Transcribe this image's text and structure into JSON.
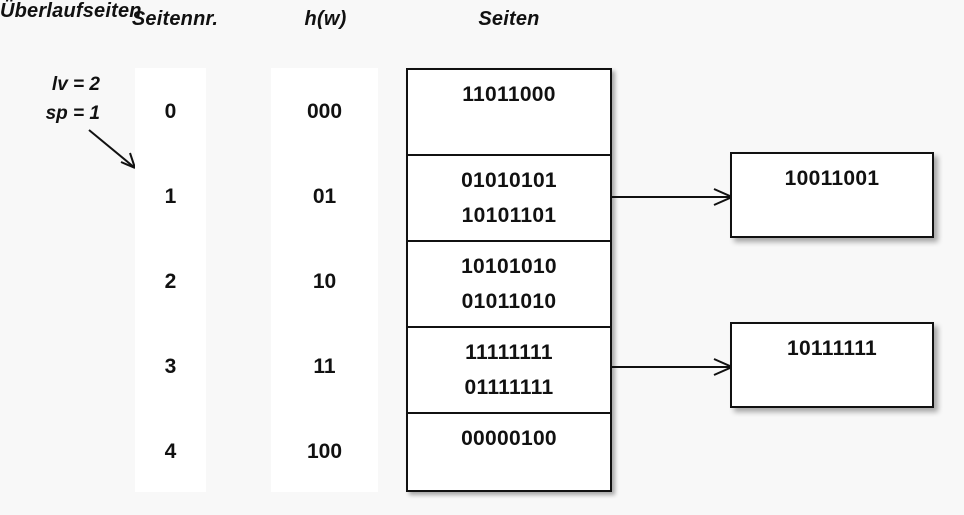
{
  "headers": {
    "seitennr": "Seitennr.",
    "hw": "h(w)",
    "seiten": "Seiten",
    "ueberlaufseiten": "Überlaufseiten"
  },
  "annotation": {
    "lv": "lv = 2",
    "sp": "sp = 1",
    "arrow_icon": "diagonal-arrow-down-right-icon"
  },
  "page_numbers": [
    "0",
    "1",
    "2",
    "3",
    "4"
  ],
  "hash_values": [
    "000",
    "01",
    "10",
    "11",
    "100"
  ],
  "pages": [
    {
      "lines": [
        "11011000"
      ]
    },
    {
      "lines": [
        "01010101",
        "10101101"
      ]
    },
    {
      "lines": [
        "10101010",
        "01011010"
      ]
    },
    {
      "lines": [
        "11111111",
        "01111111"
      ]
    },
    {
      "lines": [
        "00000100"
      ]
    }
  ],
  "overflow_pages": [
    {
      "value": "10011001",
      "from_page_index": 1
    },
    {
      "value": "10111111",
      "from_page_index": 3
    }
  ],
  "arrows": {
    "icon": "arrow-right-icon",
    "count": 2
  },
  "colors": {
    "background": "#f8f8f8",
    "box_fill": "#ffffff",
    "stroke": "#111111",
    "text": "#111111"
  }
}
